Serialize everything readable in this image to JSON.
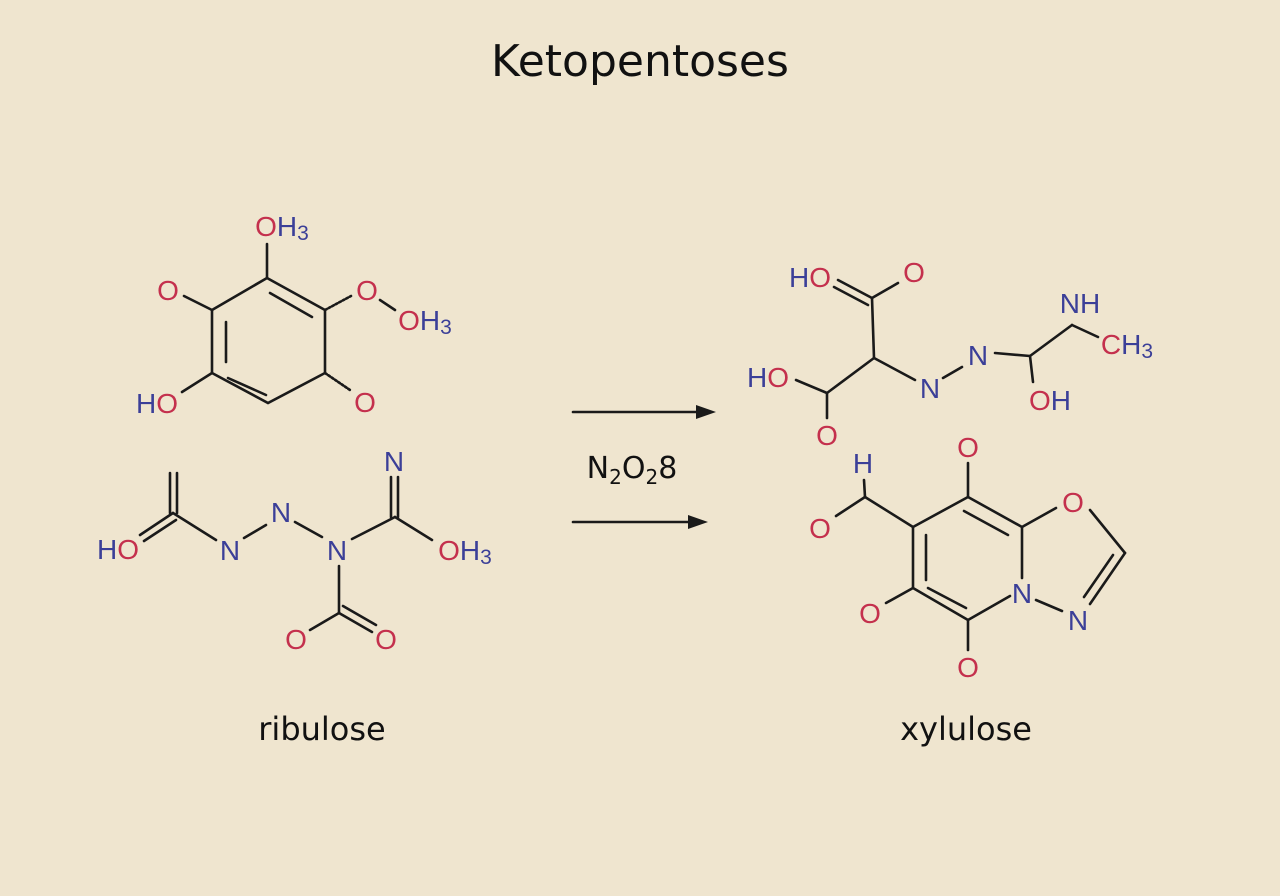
{
  "title": "Ketopentoses",
  "colors": {
    "oxygen": "#c4304d",
    "nitrogen": "#3b3f98",
    "background": "#efe5cf",
    "bond": "#1a1a1a"
  },
  "reaction": {
    "reagent_main": "N",
    "reagent_sub1": "2",
    "reagent_mid": "O",
    "reagent_sub2": "2",
    "reagent_end": "8"
  },
  "left": {
    "name": "ribulose",
    "ring_atoms": [
      "OH3",
      "O",
      "O",
      "OH3",
      "HO",
      "O"
    ],
    "chain_atoms": [
      "HO",
      "N",
      "N",
      "N",
      "N",
      "OH3",
      "O",
      "O"
    ]
  },
  "right": {
    "name": "xylulose",
    "chain_atoms": [
      "HO",
      "O",
      "HO",
      "O",
      "N",
      "N",
      "OH",
      "NH",
      "CH3"
    ],
    "ring_atoms": [
      "O",
      "H",
      "O",
      "O",
      "N",
      "N",
      "O",
      "O"
    ]
  }
}
